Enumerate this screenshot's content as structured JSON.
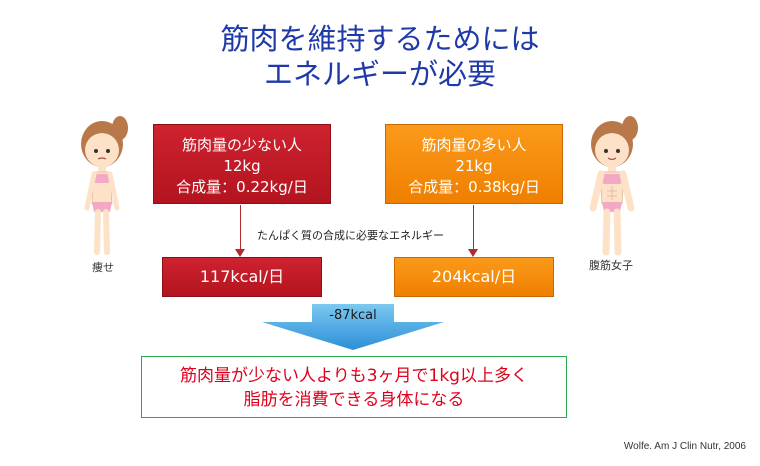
{
  "title": {
    "line1": "筋肉を維持するためには",
    "line2": "エネルギーが必要"
  },
  "left_box": {
    "line1": "筋肉量の少ない人",
    "line2": "12kg",
    "line3": "合成量：0.22kg/日"
  },
  "right_box": {
    "line1": "筋肉量の多い人",
    "line2": "21kg",
    "line3": "合成量：0.38kg/日"
  },
  "note": "たんぱく質の合成に必要なエネルギー",
  "left_energy": "117kcal/日",
  "right_energy": "204kcal/日",
  "difference": "-87kcal",
  "result": {
    "line1": "筋肉量が少ない人よりも3ヶ月で1kg以上多く",
    "line2": "脂肪を消費できる身体になる"
  },
  "left_figure_label": "痩せ",
  "right_figure_label": "腹筋女子",
  "citation": "Wolfe.  Am J Clin Nutr, 2006",
  "colors": {
    "title": "#1f3aa8",
    "red": "#c0171f",
    "orange": "#f58a0b",
    "arrow": "#3aa8e8",
    "result_text": "#e0001c",
    "result_border": "#2aa84a"
  }
}
